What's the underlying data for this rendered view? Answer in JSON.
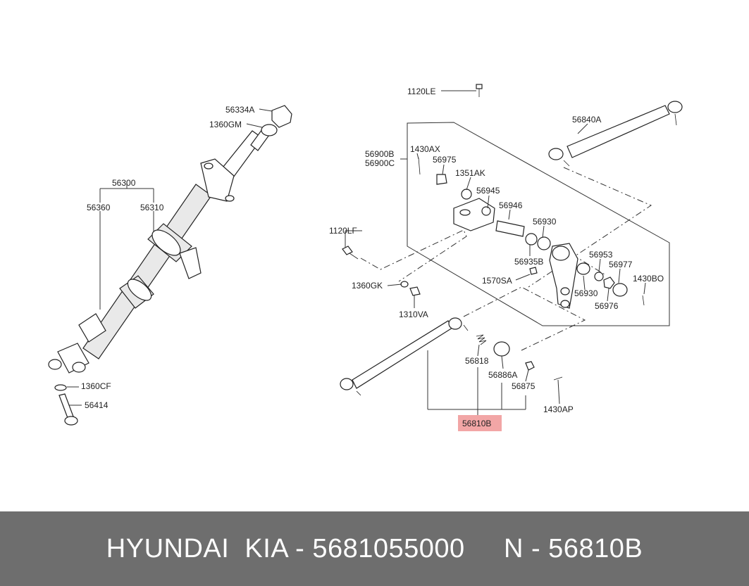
{
  "diagram": {
    "highlight_color": "#f2a6a6",
    "labels": {
      "l_1120LE": "1120LE",
      "l_56840A": "56840A",
      "l_56334A": "56334A",
      "l_1360GM": "1360GM",
      "l_56900B": "56900B",
      "l_56900C": "56900C",
      "l_1430AX": "1430AX",
      "l_56975": "56975",
      "l_1351AK": "1351AK",
      "l_56945": "56945",
      "l_56946": "56946",
      "l_56930a": "56930",
      "l_56300": "56300",
      "l_56360": "56360",
      "l_56310": "56310",
      "l_1120LF": "1120LF",
      "l_56935B": "56935B",
      "l_56953": "56953",
      "l_56977": "56977",
      "l_1430BO": "1430BO",
      "l_1570SA": "1570SA",
      "l_1360GK": "1360GK",
      "l_56930b": "56930",
      "l_56976": "56976",
      "l_1310VA": "1310VA",
      "l_56818": "56818",
      "l_56886A": "56886A",
      "l_56875": "56875",
      "l_1360CF": "1360CF",
      "l_56414": "56414",
      "l_1430AP": "1430AP",
      "l_56810B": "56810B"
    }
  },
  "footer": {
    "text": "HYUNDAI  KIA - 5681055000     N - 56810B"
  }
}
